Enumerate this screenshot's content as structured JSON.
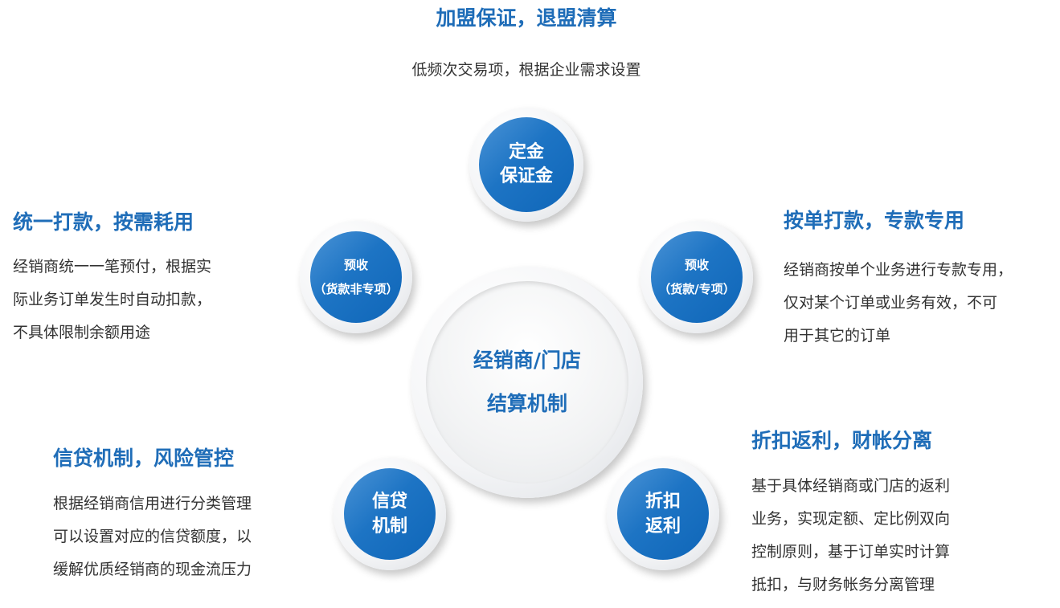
{
  "top": {
    "heading": "加盟保证，退盟清算",
    "description": "低频次交易项，根据企业需求设置",
    "circle": [
      "定金",
      "保证金"
    ]
  },
  "center": [
    "经销商/门店",
    "结算机制"
  ],
  "left": {
    "heading": "统一打款，按需耗用",
    "lines": [
      "经销商统一一笔预付，根据实",
      "际业务订单发生时自动扣款，",
      "不具体限制余额用途"
    ],
    "circle": [
      "预收",
      "（货款非专项）"
    ]
  },
  "right": {
    "heading": "按单打款，专款专用",
    "lines": [
      "经销商按单个业务进行专款专用，",
      "仅对某个订单或业务有效，不可",
      "用于其它的订单"
    ],
    "circle": [
      "预收",
      "（货款/专项）"
    ]
  },
  "bottom_left": {
    "heading": "信贷机制，风险管控",
    "lines": [
      "根据经销商信用进行分类管理",
      "可以设置对应的信贷额度，以",
      "缓解优质经销商的现金流压力"
    ],
    "circle": [
      "信贷",
      "机制"
    ]
  },
  "bottom_right": {
    "heading": "折扣返利，财帐分离",
    "lines": [
      "基于具体经销商或门店的返利",
      "业务，实现定额、定比例双向",
      "控制原则，基于订单实时计算",
      "抵扣，与财务帐务分离管理"
    ],
    "circle": [
      "折扣",
      "返利"
    ]
  }
}
